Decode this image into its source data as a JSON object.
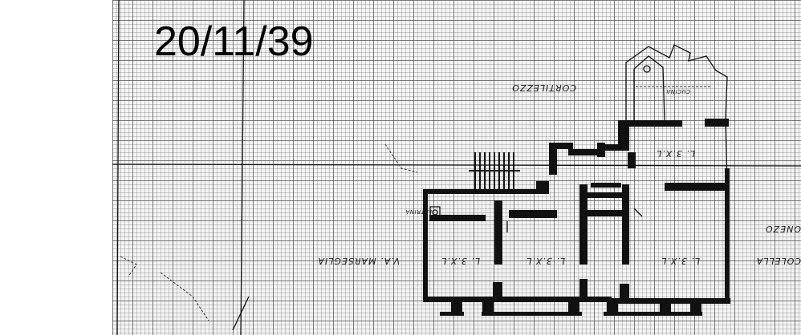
{
  "date_stamp": "20/11/39",
  "labels": {
    "cortile": "CORTILEZZO",
    "via": "V.A. MARSEGLIA",
    "room_a": "L. 3.X.L",
    "room_b": "L. 3.X.L",
    "room_c": "L. 3.X.L",
    "room_d": "L. 3.X.L",
    "collella": "COLELLA",
    "collella_top": "ONEZO",
    "cucina": "CUCINA",
    "latrina": "LATRINA"
  }
}
